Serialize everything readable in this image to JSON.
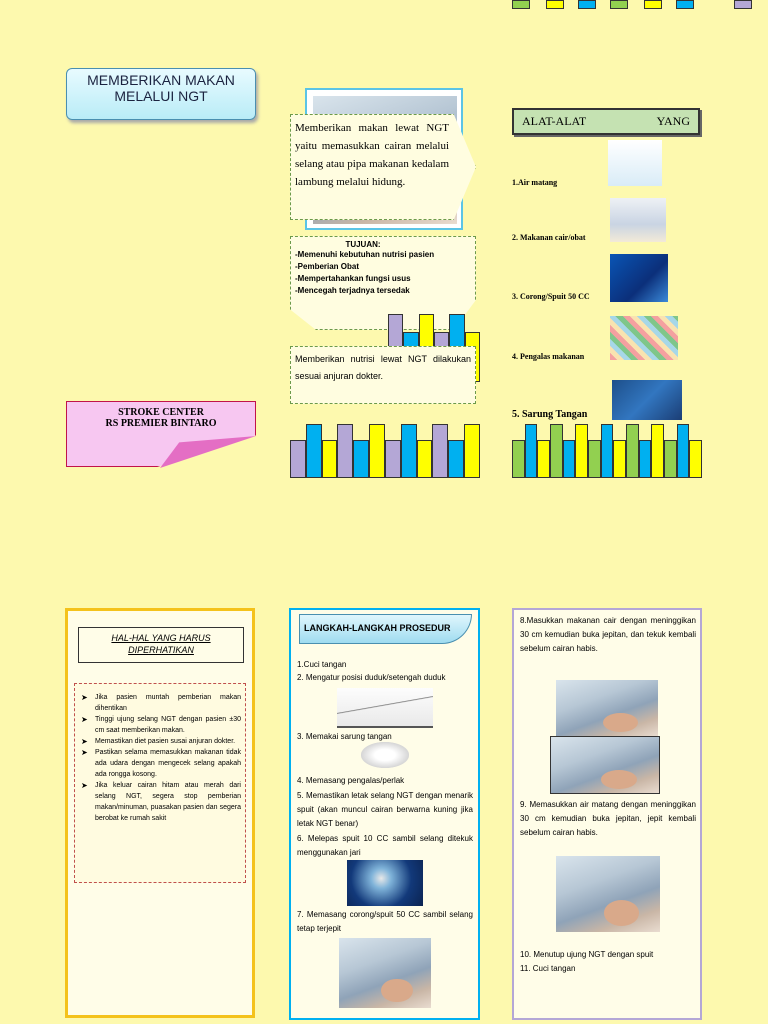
{
  "top_bars": {
    "colors": [
      "#92d050",
      "#ffff00",
      "#00b0f0",
      "#92d050",
      "#ffff00",
      "#00b0f0",
      "#b4a7d6"
    ]
  },
  "title": {
    "line1": "MEMBERIKAN MAKAN",
    "line2": "MELALUI NGT"
  },
  "intro": {
    "text": "Memberikan makan lewat NGT yaitu memasukkan cairan melalui selang atau pipa makanan kedalam lambung melalui hidung."
  },
  "tujuan": {
    "heading": "TUJUAN:",
    "items": [
      "-Memenuhi kebutuhan nutrisi pasien",
      "-Pemberian Obat",
      "-Mempertahankan fungsi usus",
      "-Mencegah terjadnya tersedak"
    ]
  },
  "note": {
    "text": "Memberikan nutrisi lewat NGT dilakukan sesuai anjuran dokter."
  },
  "hospital": {
    "line1": "STROKE CENTER",
    "line2": "RS PREMIER BINTARO"
  },
  "tools": {
    "heading_left": "ALAT-ALAT",
    "heading_right": "YANG",
    "items": [
      "1.Air matang",
      "2. Makanan cair/obat",
      "3. Corong/Spuit 50 CC",
      "4. Pengalas makanan",
      "5. Sarung Tangan"
    ]
  },
  "bar_rows": {
    "middle": [
      "#b4a7d6",
      "#00b0f0",
      "#ffff00",
      "#b4a7d6",
      "#00b0f0",
      "#ffff00",
      "#b4a7d6",
      "#00b0f0",
      "#ffff00",
      "#b4a7d6",
      "#00b0f0",
      "#ffff00"
    ],
    "right": [
      "#92d050",
      "#00b0f0",
      "#ffff00",
      "#92d050",
      "#00b0f0",
      "#ffff00",
      "#92d050",
      "#00b0f0",
      "#ffff00",
      "#92d050",
      "#00b0f0",
      "#ffff00",
      "#92d050",
      "#00b0f0",
      "#ffff00"
    ],
    "small": [
      "#b4a7d6",
      "#00b0f0",
      "#ffff00",
      "#b4a7d6",
      "#00b0f0",
      "#ffff00"
    ]
  },
  "hal": {
    "title_line1": "HAL-HAL YANG HARUS",
    "title_line2": "DIPERHATIKAN",
    "items": [
      "Jika pasien muntah pemberian makan dihentikan",
      "Tinggi ujung selang NGT dengan pasien ±30 cm saat memberikan makan.",
      "Memastikan diet pasien susai anjuran dokter.",
      "Pastikan selama memasukkan makanan tidak ada udara dengan mengecek selang apakah ada rongga kosong.",
      "Jika keluar cairan hitam atau merah dari selang NGT, segera stop pemberian makan/minuman, puasakan pasien dan segera berobat ke rumah sakit"
    ]
  },
  "langkah": {
    "title": "LANGKAH-LANGKAH PROSEDUR",
    "s1": "1.Cuci tangan",
    "s2": "2. Mengatur posisi duduk/setengah duduk",
    "s3": "3. Memakai sarung tangan",
    "s4": "4. Memasang pengalas/perlak",
    "s5": "5. Memastikan letak selang NGT dengan menarik spuit (akan muncul cairan berwarna kuning jika letak NGT benar)",
    "s6": "6. Melepas spuit 10 CC sambil selang ditekuk menggunakan jari",
    "s7": "7. Memasang corong/spuit 50 CC sambil selang tetap terjepit"
  },
  "right_steps": {
    "s8": "8.Masukkan makanan cair dengan meninggikan 30 cm kemudian buka jepitan, dan tekuk kembali sebelum cairan habis.",
    "s9": "9. Memasukkan air matang dengan meninggikan 30 cm kemudian buka jepitan, jepit kembali sebelum cairan habis.",
    "s10": "10. Menutup ujung NGT dengan spuit",
    "s11": "11. Cuci tangan"
  }
}
